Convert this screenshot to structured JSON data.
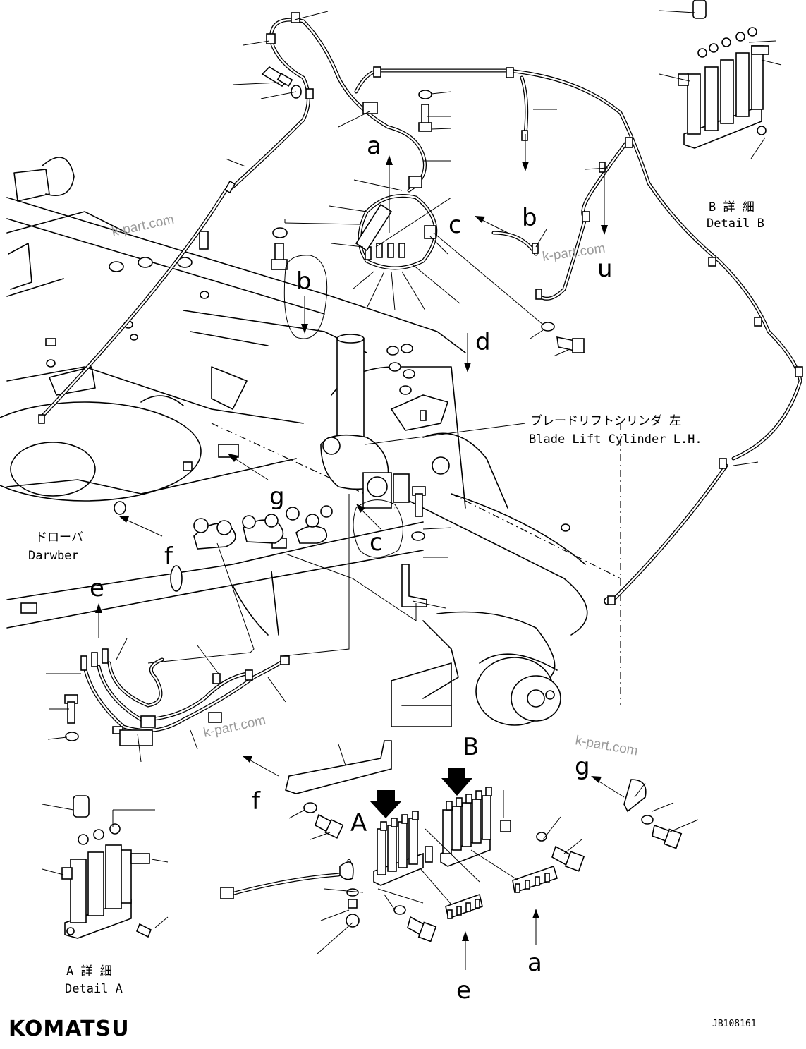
{
  "callouts": {
    "a1": "a",
    "b1": "b",
    "c1": "c",
    "u1": "u",
    "b2": "b",
    "d1": "d",
    "g1": "g",
    "c2": "c",
    "f1": "f",
    "e1": "e",
    "B": "B",
    "g2": "g",
    "f2": "f",
    "A": "A",
    "a2": "a",
    "e2": "e"
  },
  "captions": {
    "detail_b_jp": "B 詳 細",
    "detail_b_en": "Detail B",
    "cylinder_jp": "ブレードリフトシリンダ 左",
    "cylinder_en": "Blade Lift Cylinder L.H.",
    "drawbar_jp": "ドローバ",
    "drawbar_en": "Darwber",
    "detail_a_jp": "A 詳 細",
    "detail_a_en": "Detail A"
  },
  "watermarks": [
    "k-part.com",
    "k-part.com",
    "k-part.com",
    "k-part.com"
  ],
  "brand": {
    "logo_text": "KOMATSU"
  },
  "drawing_code": "JB108161"
}
